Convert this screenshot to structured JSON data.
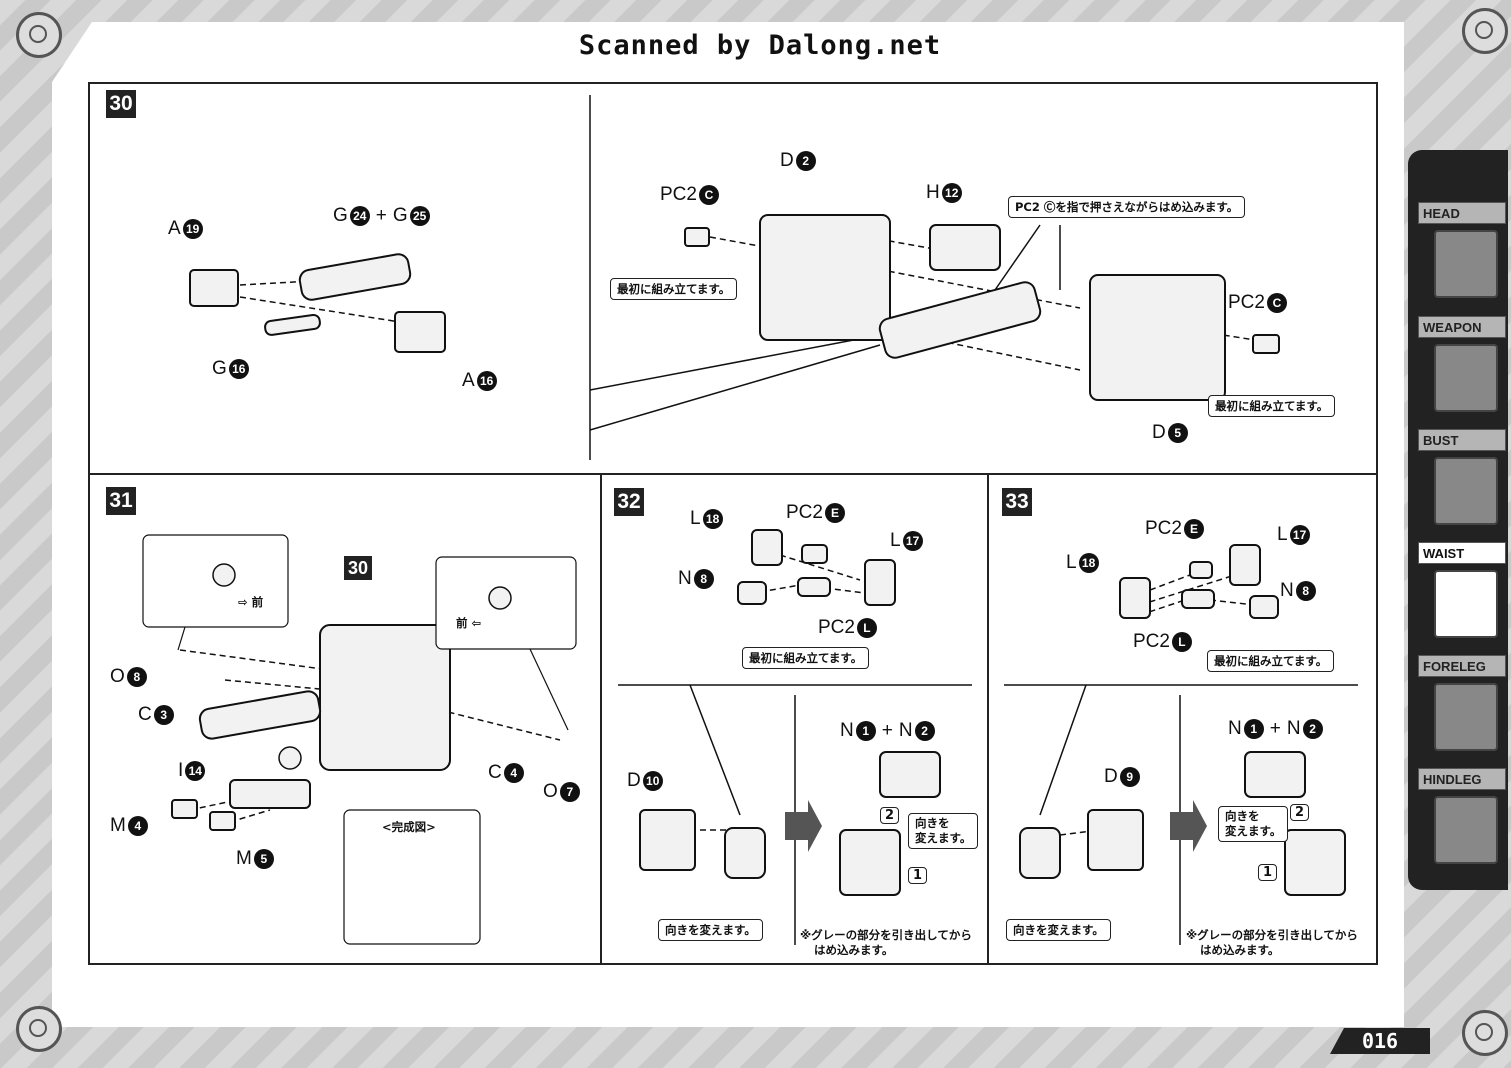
{
  "header": {
    "title": "Scanned by Dalong.net"
  },
  "page_number": "016",
  "sidebar": {
    "tabs": [
      {
        "label": "HEAD",
        "active": false
      },
      {
        "label": "WEAPON",
        "active": false
      },
      {
        "label": "BUST",
        "active": false
      },
      {
        "label": "WAIST",
        "active": true
      },
      {
        "label": "FORELEG",
        "active": false
      },
      {
        "label": "HINDLEG",
        "active": false
      }
    ]
  },
  "step30": {
    "badge": "30",
    "left": {
      "a19": {
        "letter": "A",
        "num": "19"
      },
      "g24g25": {
        "letter1": "G",
        "num1": "24",
        "plus": "+",
        "letter2": "G",
        "num2": "25"
      },
      "g16": {
        "letter": "G",
        "num": "16"
      },
      "a16": {
        "letter": "A",
        "num": "16"
      }
    },
    "right": {
      "d2": {
        "letter": "D",
        "num": "2"
      },
      "pc2c_1": {
        "letter": "PC2",
        "num": "C"
      },
      "h12": {
        "letter": "H",
        "num": "12"
      },
      "pc2c_2": {
        "letter": "PC2",
        "num": "C"
      },
      "d5": {
        "letter": "D",
        "num": "5"
      },
      "note_first_1": "最初に組み立てます。",
      "note_press": "PC2 Ⓒを指で押さえながらはめ込みます。",
      "note_first_2": "最初に組み立てます。"
    }
  },
  "step31": {
    "badge": "31",
    "ref_badge": "30",
    "o8": {
      "letter": "O",
      "num": "8"
    },
    "c3": {
      "letter": "C",
      "num": "3"
    },
    "i14": {
      "letter": "I",
      "num": "14"
    },
    "m4": {
      "letter": "M",
      "num": "4"
    },
    "m5": {
      "letter": "M",
      "num": "5"
    },
    "c4": {
      "letter": "C",
      "num": "4"
    },
    "o7": {
      "letter": "O",
      "num": "7"
    },
    "front_left": "前",
    "front_right": "前",
    "completed": "<完成図>"
  },
  "step32": {
    "badge": "32",
    "l18": {
      "letter": "L",
      "num": "18"
    },
    "pc2e": {
      "letter": "PC2",
      "num": "E"
    },
    "l17": {
      "letter": "L",
      "num": "17"
    },
    "n8": {
      "letter": "N",
      "num": "8"
    },
    "pc2l": {
      "letter": "PC2",
      "num": "L"
    },
    "note_first": "最初に組み立てます。",
    "d10": {
      "letter": "D",
      "num": "10"
    },
    "n1n2": {
      "letter1": "N",
      "num1": "1",
      "plus": "+",
      "letter2": "N",
      "num2": "2"
    },
    "note_turn": "向きを変えます。",
    "note_turn2_a": "向きを",
    "note_turn2_b": "変えます。",
    "step1": "1",
    "step2": "2",
    "caption_line1": "※グレーの部分を引き出してから",
    "caption_line2": "はめ込みます。"
  },
  "step33": {
    "badge": "33",
    "pc2e": {
      "letter": "PC2",
      "num": "E"
    },
    "l17": {
      "letter": "L",
      "num": "17"
    },
    "l18": {
      "letter": "L",
      "num": "18"
    },
    "n8": {
      "letter": "N",
      "num": "8"
    },
    "pc2l": {
      "letter": "PC2",
      "num": "L"
    },
    "note_first": "最初に組み立てます。",
    "d9": {
      "letter": "D",
      "num": "9"
    },
    "n1n2": {
      "letter1": "N",
      "num1": "1",
      "plus": "+",
      "letter2": "N",
      "num2": "2"
    },
    "note_turn": "向きを変えます。",
    "note_turn2_a": "向きを",
    "note_turn2_b": "変えます。",
    "step1": "1",
    "step2": "2",
    "caption_line1": "※グレーの部分を引き出してから",
    "caption_line2": "はめ込みます。"
  }
}
